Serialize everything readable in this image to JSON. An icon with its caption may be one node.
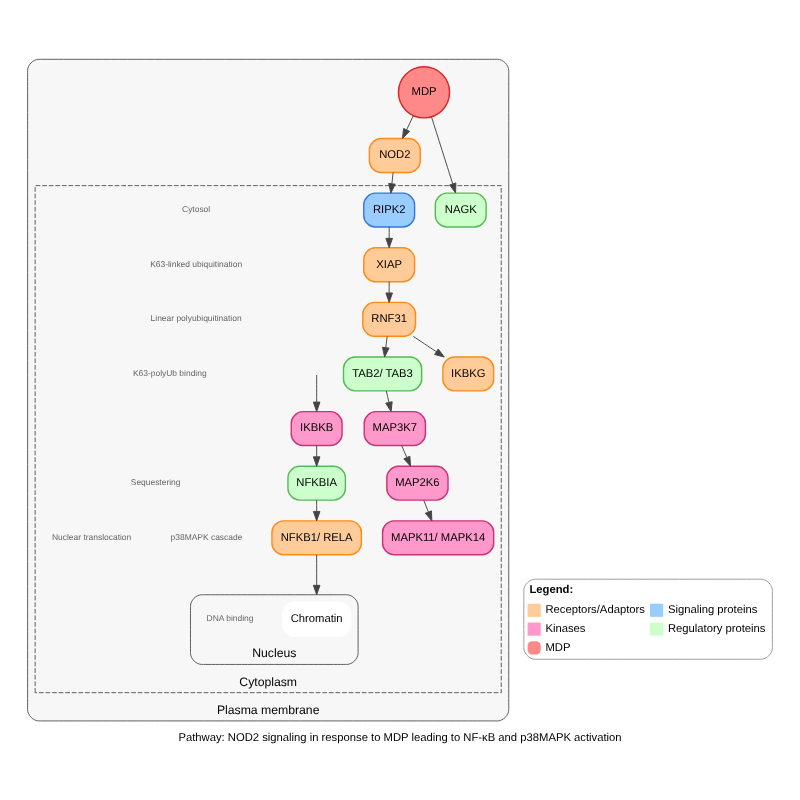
{
  "diagram": {
    "caption": "Pathway: NOD2 signaling in response to MDP leading to NF-κB and p38MAPK activation",
    "nodes": [
      {
        "text": [
          "Plasma membrane"
        ]
      },
      {
        "text": [
          "MDP"
        ],
        "in": 0
      },
      {
        "text": [
          "NOD2"
        ],
        "in": 0
      },
      {
        "text": [
          "Cytoplasm"
        ],
        "in": 0
      },
      {
        "text": [
          "NAGK"
        ],
        "in": 3
      },
      {
        "text": [
          "RIPK2"
        ],
        "in": 3
      },
      {
        "text": [
          "XIAP"
        ],
        "in": 3
      },
      {
        "text": [
          "RNF31"
        ],
        "in": 3
      },
      {
        "text": [
          "TAB2/ TAB3"
        ],
        "in": 3
      },
      {
        "text": [
          "IKBKG"
        ],
        "in": 3
      },
      {
        "text": [
          "MAP3K7"
        ],
        "in": 3
      },
      {
        "text": [
          "MAP2K6"
        ],
        "in": 3
      },
      {
        "text": [
          "IKBKB"
        ],
        "in": 3
      },
      {
        "text": [
          "MAPK11/ MAPK14"
        ],
        "in": 3
      },
      {
        "text": [
          "NFKBIA"
        ],
        "in": 3
      },
      {
        "text": [
          "NFKB1/ RELA"
        ],
        "in": 3
      },
      {
        "text": [
          "Nucleus"
        ],
        "in": 3
      },
      {
        "text": [
          "Chromatin"
        ],
        "in": 16
      }
    ],
    "edges": [
      {
        "from": 1,
        "to": 4,
        "arrow": "to"
      },
      {
        "from": 1,
        "to": 2,
        "arrow": "to"
      },
      {
        "from": 2,
        "to": 5,
        "arrow": "to"
      },
      {
        "from": 5,
        "to": 6,
        "arrow": "to"
      },
      {
        "from": 6,
        "to": 7,
        "arrow": "to"
      },
      {
        "from": 7,
        "to": 8,
        "arrow": "to"
      },
      {
        "from": 7,
        "to": 9,
        "arrow": "to"
      },
      {
        "from": 8,
        "to": 10,
        "arrow": "to"
      },
      {
        "from": 10,
        "to": 11,
        "arrow": "to"
      },
      {
        "from": 11,
        "to": 13,
        "arrow": "to"
      },
      {
        "from": null,
        "to": 12,
        "arrow": "to"
      },
      {
        "from": 12,
        "to": 14,
        "arrow": "to"
      },
      {
        "from": 14,
        "to": 15,
        "arrow": "to"
      },
      {
        "from": 15,
        "to": 16,
        "arrow": "to"
      }
    ],
    "labels": [
      "K63-linked ubiquitination",
      "Cytosol",
      "Linear polyubiquitination",
      "K63-polyUb binding",
      "p38MAPK cascade",
      "Sequestering",
      "DNA binding",
      "Nuclear translocation",
      "Legend:"
    ],
    "legend": [
      {
        "text": "Receptors/Adaptors",
        "color": "#ffcc99"
      },
      {
        "text": "Signaling proteins",
        "color": "#99ccff"
      },
      {
        "text": "Kinases",
        "color": "#ff99cc"
      },
      {
        "text": "Regulatory proteins",
        "color": "#ccffcc"
      },
      {
        "text": "MDP"
      }
    ]
  }
}
